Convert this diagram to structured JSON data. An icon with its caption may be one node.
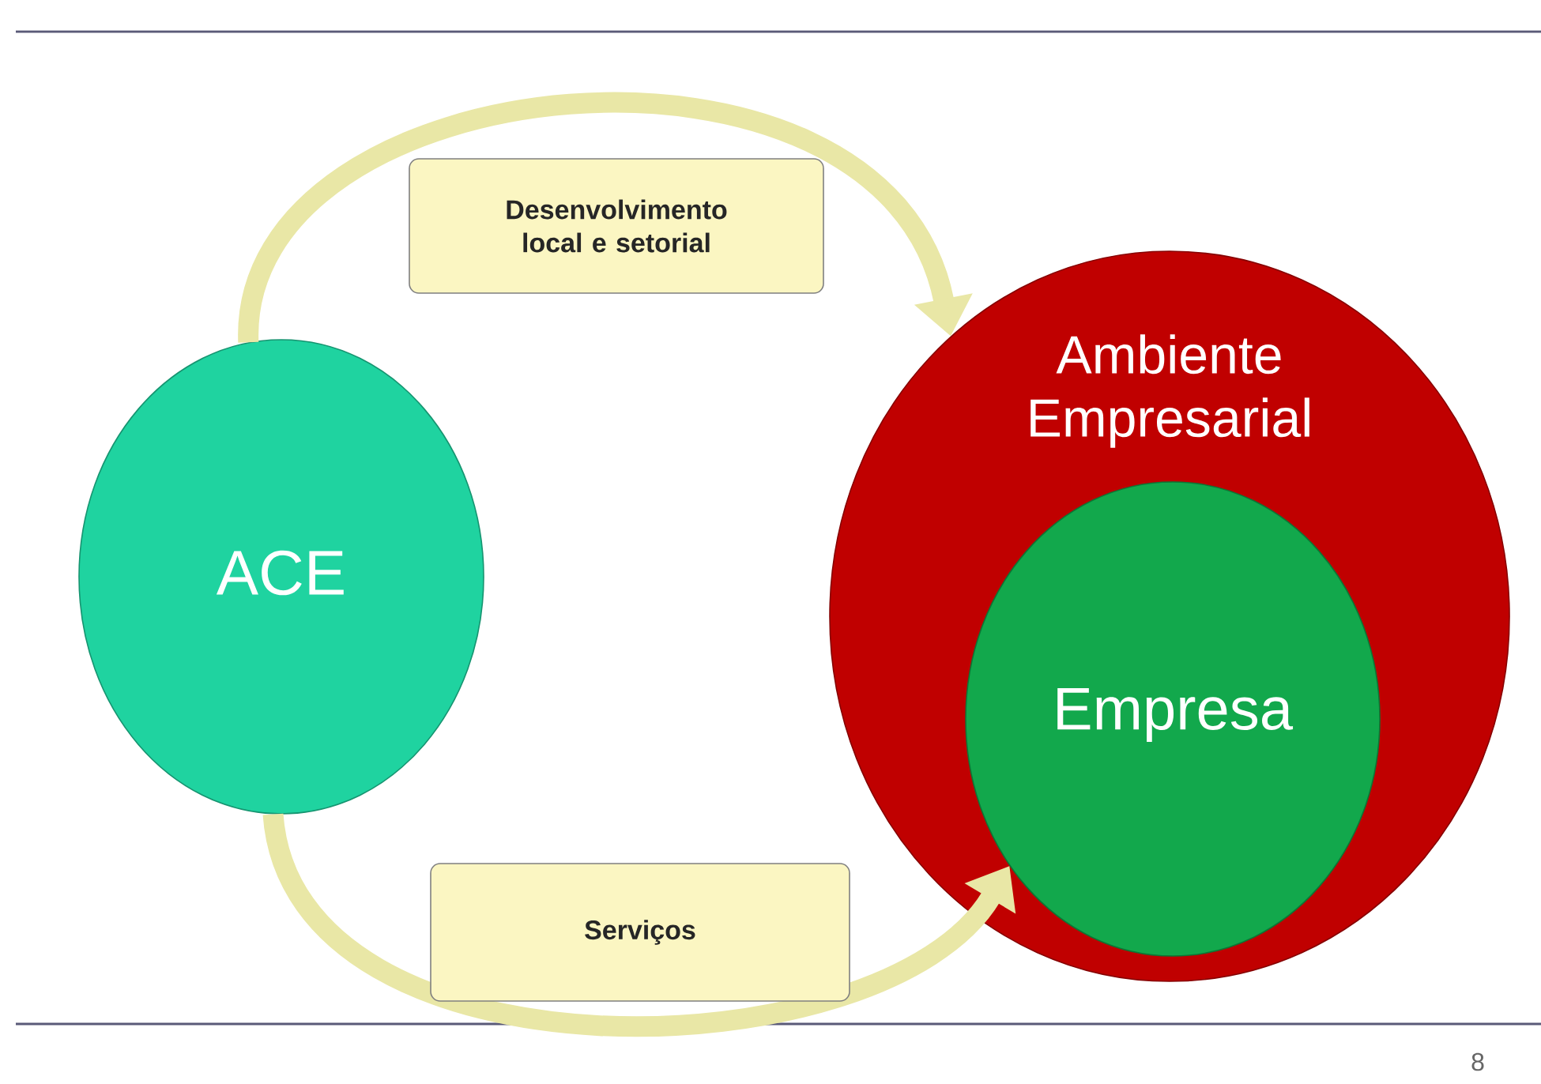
{
  "diagram": {
    "nodes": [
      {
        "text": [
          "ACE"
        ]
      },
      {
        "text": [
          "Ambiente Empresarial"
        ]
      },
      {
        "text": [
          "Empresa"
        ],
        "in": 1
      }
    ],
    "edges": [
      {
        "from": 0,
        "to": 1,
        "arrow": "to",
        "label": "Desenvolvimento local e setorial"
      },
      {
        "from": 0,
        "to": 2,
        "arrow": "to",
        "label": "Serviços"
      }
    ],
    "labels": [
      "8"
    ]
  }
}
